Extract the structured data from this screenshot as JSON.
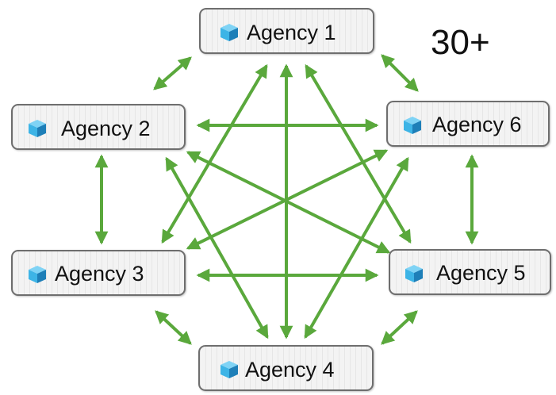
{
  "agencies": [
    {
      "id": "agency-1",
      "label": "Agency 1"
    },
    {
      "id": "agency-2",
      "label": "Agency 2"
    },
    {
      "id": "agency-3",
      "label": "Agency 3"
    },
    {
      "id": "agency-4",
      "label": "Agency 4"
    },
    {
      "id": "agency-5",
      "label": "Agency 5"
    },
    {
      "id": "agency-6",
      "label": "Agency 6"
    }
  ],
  "count_label": "30+",
  "colors": {
    "arrow": "#5aa83c",
    "cube_light": "#3db4e6",
    "cube_dark": "#1e7fb8",
    "node_border": "#6e6e6e"
  },
  "icon": "server-cube-icon"
}
